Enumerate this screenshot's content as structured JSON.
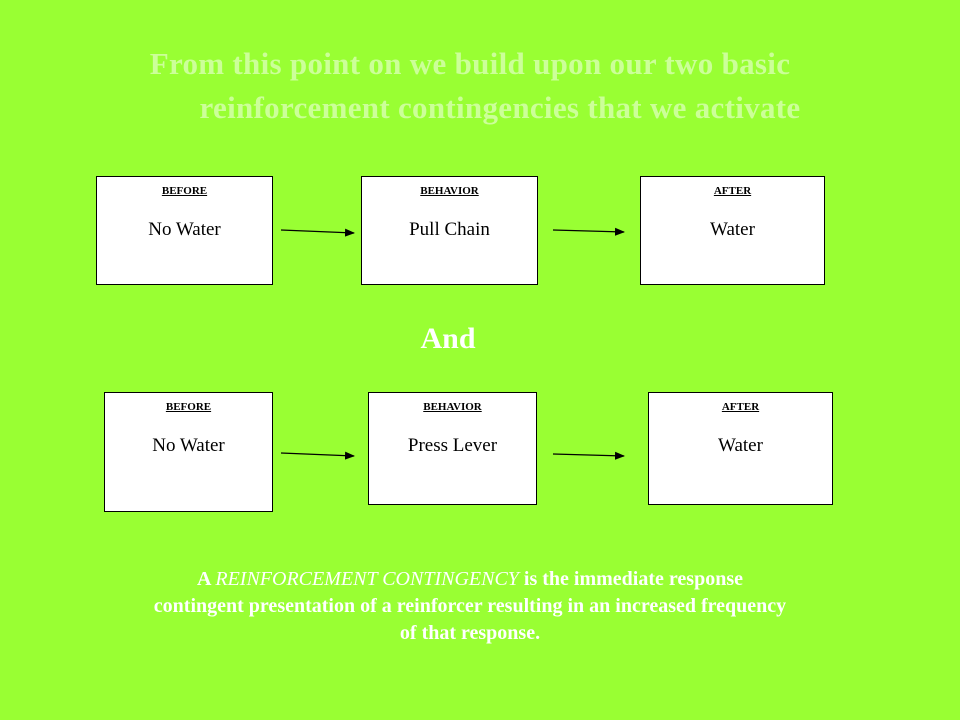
{
  "title": {
    "line1": "From this point on we build upon our two basic",
    "line2": "reinforcement contingencies that we activate"
  },
  "row1": {
    "before": {
      "header": "BEFORE",
      "value": "No Water"
    },
    "behavior": {
      "header": "BEHAVIOR",
      "value": "Pull Chain"
    },
    "after": {
      "header": "AFTER",
      "value": "Water"
    }
  },
  "connector": "And",
  "row2": {
    "before": {
      "header": "BEFORE",
      "value": "No Water"
    },
    "behavior": {
      "header": "BEHAVIOR",
      "value": "Press Lever"
    },
    "after": {
      "header": "AFTER",
      "value": "Water"
    }
  },
  "definition": {
    "prefix": "A ",
    "term": "REINFORCEMENT CONTINGENCY",
    "rest": " is the immediate response contingent presentation of a reinforcer resulting in an increased frequency of that response."
  },
  "colors": {
    "background": "#99ff33",
    "title_text": "#ccff99",
    "body_text": "#ffffff"
  }
}
